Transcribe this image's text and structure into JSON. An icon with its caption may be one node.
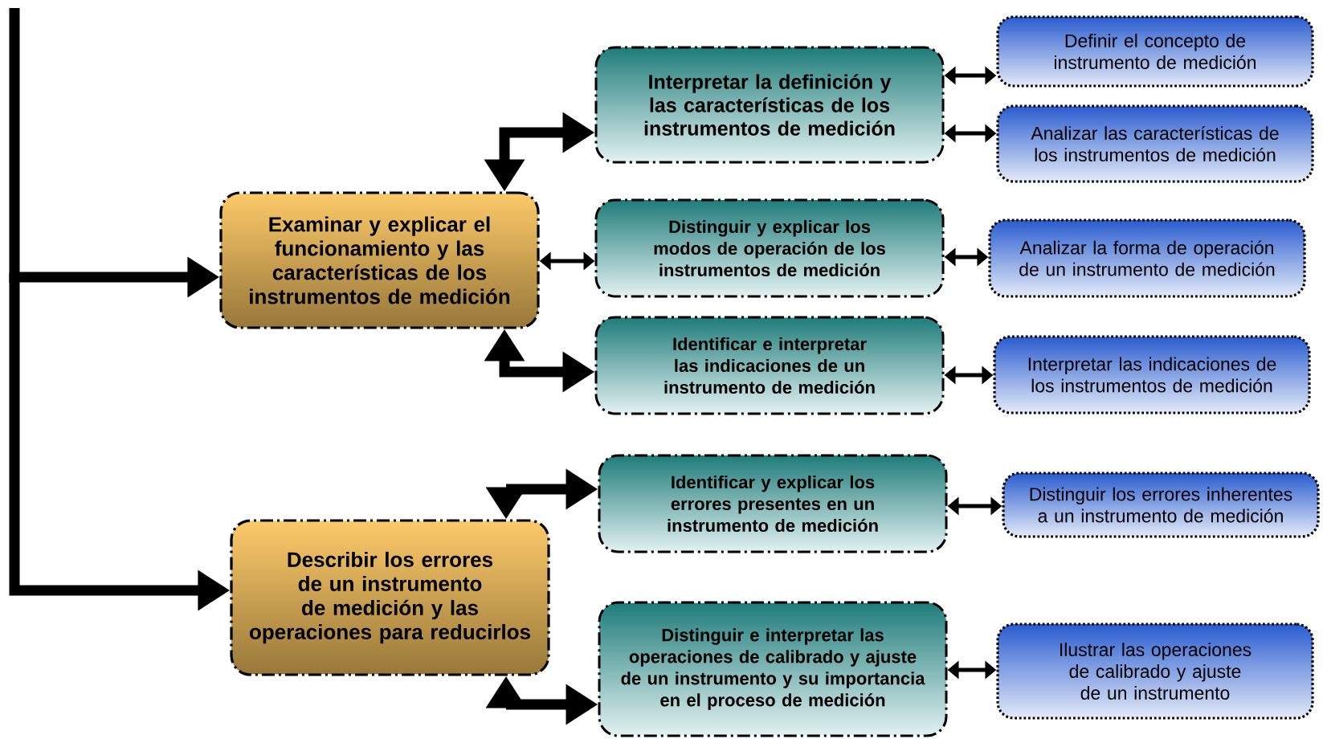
{
  "diagram": {
    "nodes": [
      {
        "text": [
          "Examinar y explicar el funcionamiento y  las características de los instrumentos de medición"
        ]
      },
      {
        "text": [
          "Interpretar la definición y las características de los instrumentos de medición"
        ]
      },
      {
        "text": [
          "Distinguir y explicar los modos de operación de los instrumentos de medición"
        ]
      },
      {
        "text": [
          "Identificar e interpretar las indicaciones de un instrumento de medición"
        ]
      },
      {
        "text": [
          "Describir los errores de un instrumento de medición y las operaciones para reducirlos"
        ]
      },
      {
        "text": [
          "Identificar y explicar los errores presentes en un instrumento de medición"
        ]
      },
      {
        "text": [
          "Distinguir e interpretar las operaciones de calibrado y ajuste de un instrumento  y su importancia en el proceso de medición"
        ]
      },
      {
        "text": [
          "Definir el concepto de instrumento de medición"
        ]
      },
      {
        "text": [
          "Analizar las características de los instrumentos de medición"
        ]
      },
      {
        "text": [
          "Analizar la forma de operación de un instrumento de medición"
        ]
      },
      {
        "text": [
          "Interpretar las indicaciones de los instrumentos de medición"
        ]
      },
      {
        "text": [
          "Distinguir los errores inherentes a un instrumento de medición"
        ]
      },
      {
        "text": [
          "Ilustrar las operaciones de calibrado y ajuste de un instrumento"
        ]
      }
    ],
    "edges": [
      {
        "from": null,
        "to": 0,
        "arrow": "to",
        "style": "thick"
      },
      {
        "from": null,
        "to": 4,
        "arrow": "to",
        "style": "thick"
      },
      {
        "from": 0,
        "to": 1,
        "arrow": "both",
        "style": "thick"
      },
      {
        "from": 0,
        "to": 2,
        "arrow": "both"
      },
      {
        "from": 0,
        "to": 3,
        "arrow": "both",
        "style": "thick"
      },
      {
        "from": 1,
        "to": 7,
        "arrow": "both"
      },
      {
        "from": 1,
        "to": 8,
        "arrow": "both"
      },
      {
        "from": 2,
        "to": 9,
        "arrow": "both"
      },
      {
        "from": 3,
        "to": 10,
        "arrow": "both"
      },
      {
        "from": 4,
        "to": 5,
        "arrow": "both",
        "style": "thick"
      },
      {
        "from": 5,
        "to": 11,
        "arrow": "both"
      },
      {
        "from": 4,
        "to": 6,
        "arrow": "both",
        "style": "thick"
      },
      {
        "from": 6,
        "to": 12,
        "arrow": "both"
      }
    ]
  }
}
